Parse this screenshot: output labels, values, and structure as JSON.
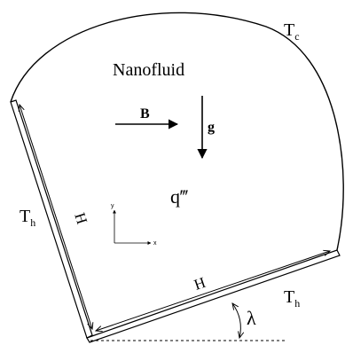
{
  "labels": {
    "title": "Nanofluid",
    "cold_wall": "T",
    "cold_wall_sub": "c",
    "hot_wall_left": "T",
    "hot_wall_left_sub": "h",
    "hot_wall_bottom": "T",
    "hot_wall_bottom_sub": "h",
    "magnetic_field": "B",
    "gravity": "g",
    "heat_generation": "q‴",
    "length_left": "H",
    "length_bottom": "H",
    "angle": "λ",
    "axis_y": "y",
    "axis_x": "x"
  }
}
